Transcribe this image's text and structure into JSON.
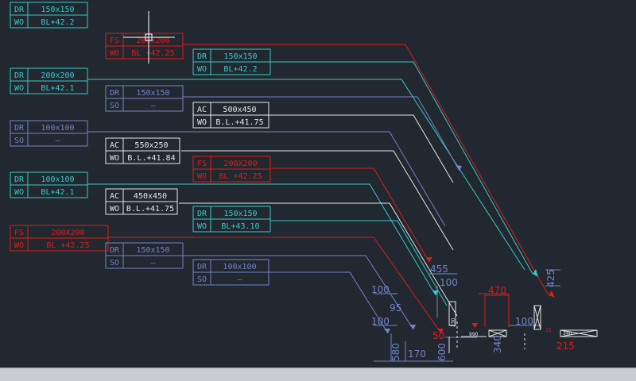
{
  "colors": {
    "background": "#212830",
    "cyan": "#37c8c8",
    "blue": "#7383c8",
    "white": "#e6e6e6",
    "red": "#e01a1a"
  },
  "tags": [
    {
      "id": "tag-dr-150-a",
      "color": "cyan",
      "row1": [
        "DR",
        "150x150"
      ],
      "row2": [
        "WO",
        "BL+42.2"
      ]
    },
    {
      "id": "tag-fs-200-a",
      "color": "red",
      "row1": [
        "FS",
        "200x200"
      ],
      "row2": [
        "WO",
        "BL  +42.25"
      ]
    },
    {
      "id": "tag-dr-150-b",
      "color": "cyan",
      "row1": [
        "DR",
        "150x150"
      ],
      "row2": [
        "WO",
        "BL+42.2"
      ]
    },
    {
      "id": "tag-dr-200-a",
      "color": "cyan",
      "row1": [
        "DR",
        "200x200"
      ],
      "row2": [
        "WO",
        "BL+42.1"
      ]
    },
    {
      "id": "tag-dr-150-so-a",
      "color": "blue",
      "row1": [
        "DR",
        "150x150"
      ],
      "row2": [
        "SO",
        "–"
      ]
    },
    {
      "id": "tag-ac-500",
      "color": "white",
      "row1": [
        "AC",
        "500x450"
      ],
      "row2": [
        "WO",
        "B.L.+41.75"
      ]
    },
    {
      "id": "tag-dr-100-so-a",
      "color": "blue",
      "row1": [
        "DR",
        "100x100"
      ],
      "row2": [
        "SO",
        "–"
      ]
    },
    {
      "id": "tag-ac-550",
      "color": "white",
      "row1": [
        "AC",
        "550x250"
      ],
      "row2": [
        "WO",
        "B.L.+41.84"
      ]
    },
    {
      "id": "tag-fs-200-b",
      "color": "red",
      "row1": [
        "FS",
        "200X200"
      ],
      "row2": [
        "WO",
        "BL  +42.25"
      ]
    },
    {
      "id": "tag-dr-100-a",
      "color": "cyan",
      "row1": [
        "DR",
        "100x100"
      ],
      "row2": [
        "WO",
        "BL+42.1"
      ]
    },
    {
      "id": "tag-ac-450",
      "color": "white",
      "row1": [
        "AC",
        "450x450"
      ],
      "row2": [
        "WO",
        "B.L.+41.75"
      ]
    },
    {
      "id": "tag-dr-150-c",
      "color": "cyan",
      "row1": [
        "DR",
        "150x150"
      ],
      "row2": [
        "WO",
        "BL+43.10"
      ]
    },
    {
      "id": "tag-fs-200-c",
      "color": "red",
      "row1": [
        "FS",
        "200X200"
      ],
      "row2": [
        "WO",
        "BL  +42.25"
      ]
    },
    {
      "id": "tag-dr-150-so-b",
      "color": "blue",
      "row1": [
        "DR",
        "150x150"
      ],
      "row2": [
        "SO",
        "–"
      ]
    },
    {
      "id": "tag-dr-100-so-b",
      "color": "blue",
      "row1": [
        "DR",
        "100x100"
      ],
      "row2": [
        "SO",
        "–"
      ]
    }
  ],
  "dimensions": {
    "d455": "455",
    "d100a": "100",
    "d100b": "100",
    "d100c": "100",
    "d100d": "100",
    "d95": "95",
    "d580": "580",
    "d170": "170",
    "d600": "600",
    "d50": "50",
    "d230": "230",
    "d340": "340",
    "d425": "425",
    "d470": "470",
    "d990": "990",
    "d340b": "340",
    "d25": "25",
    "d215": "215"
  }
}
